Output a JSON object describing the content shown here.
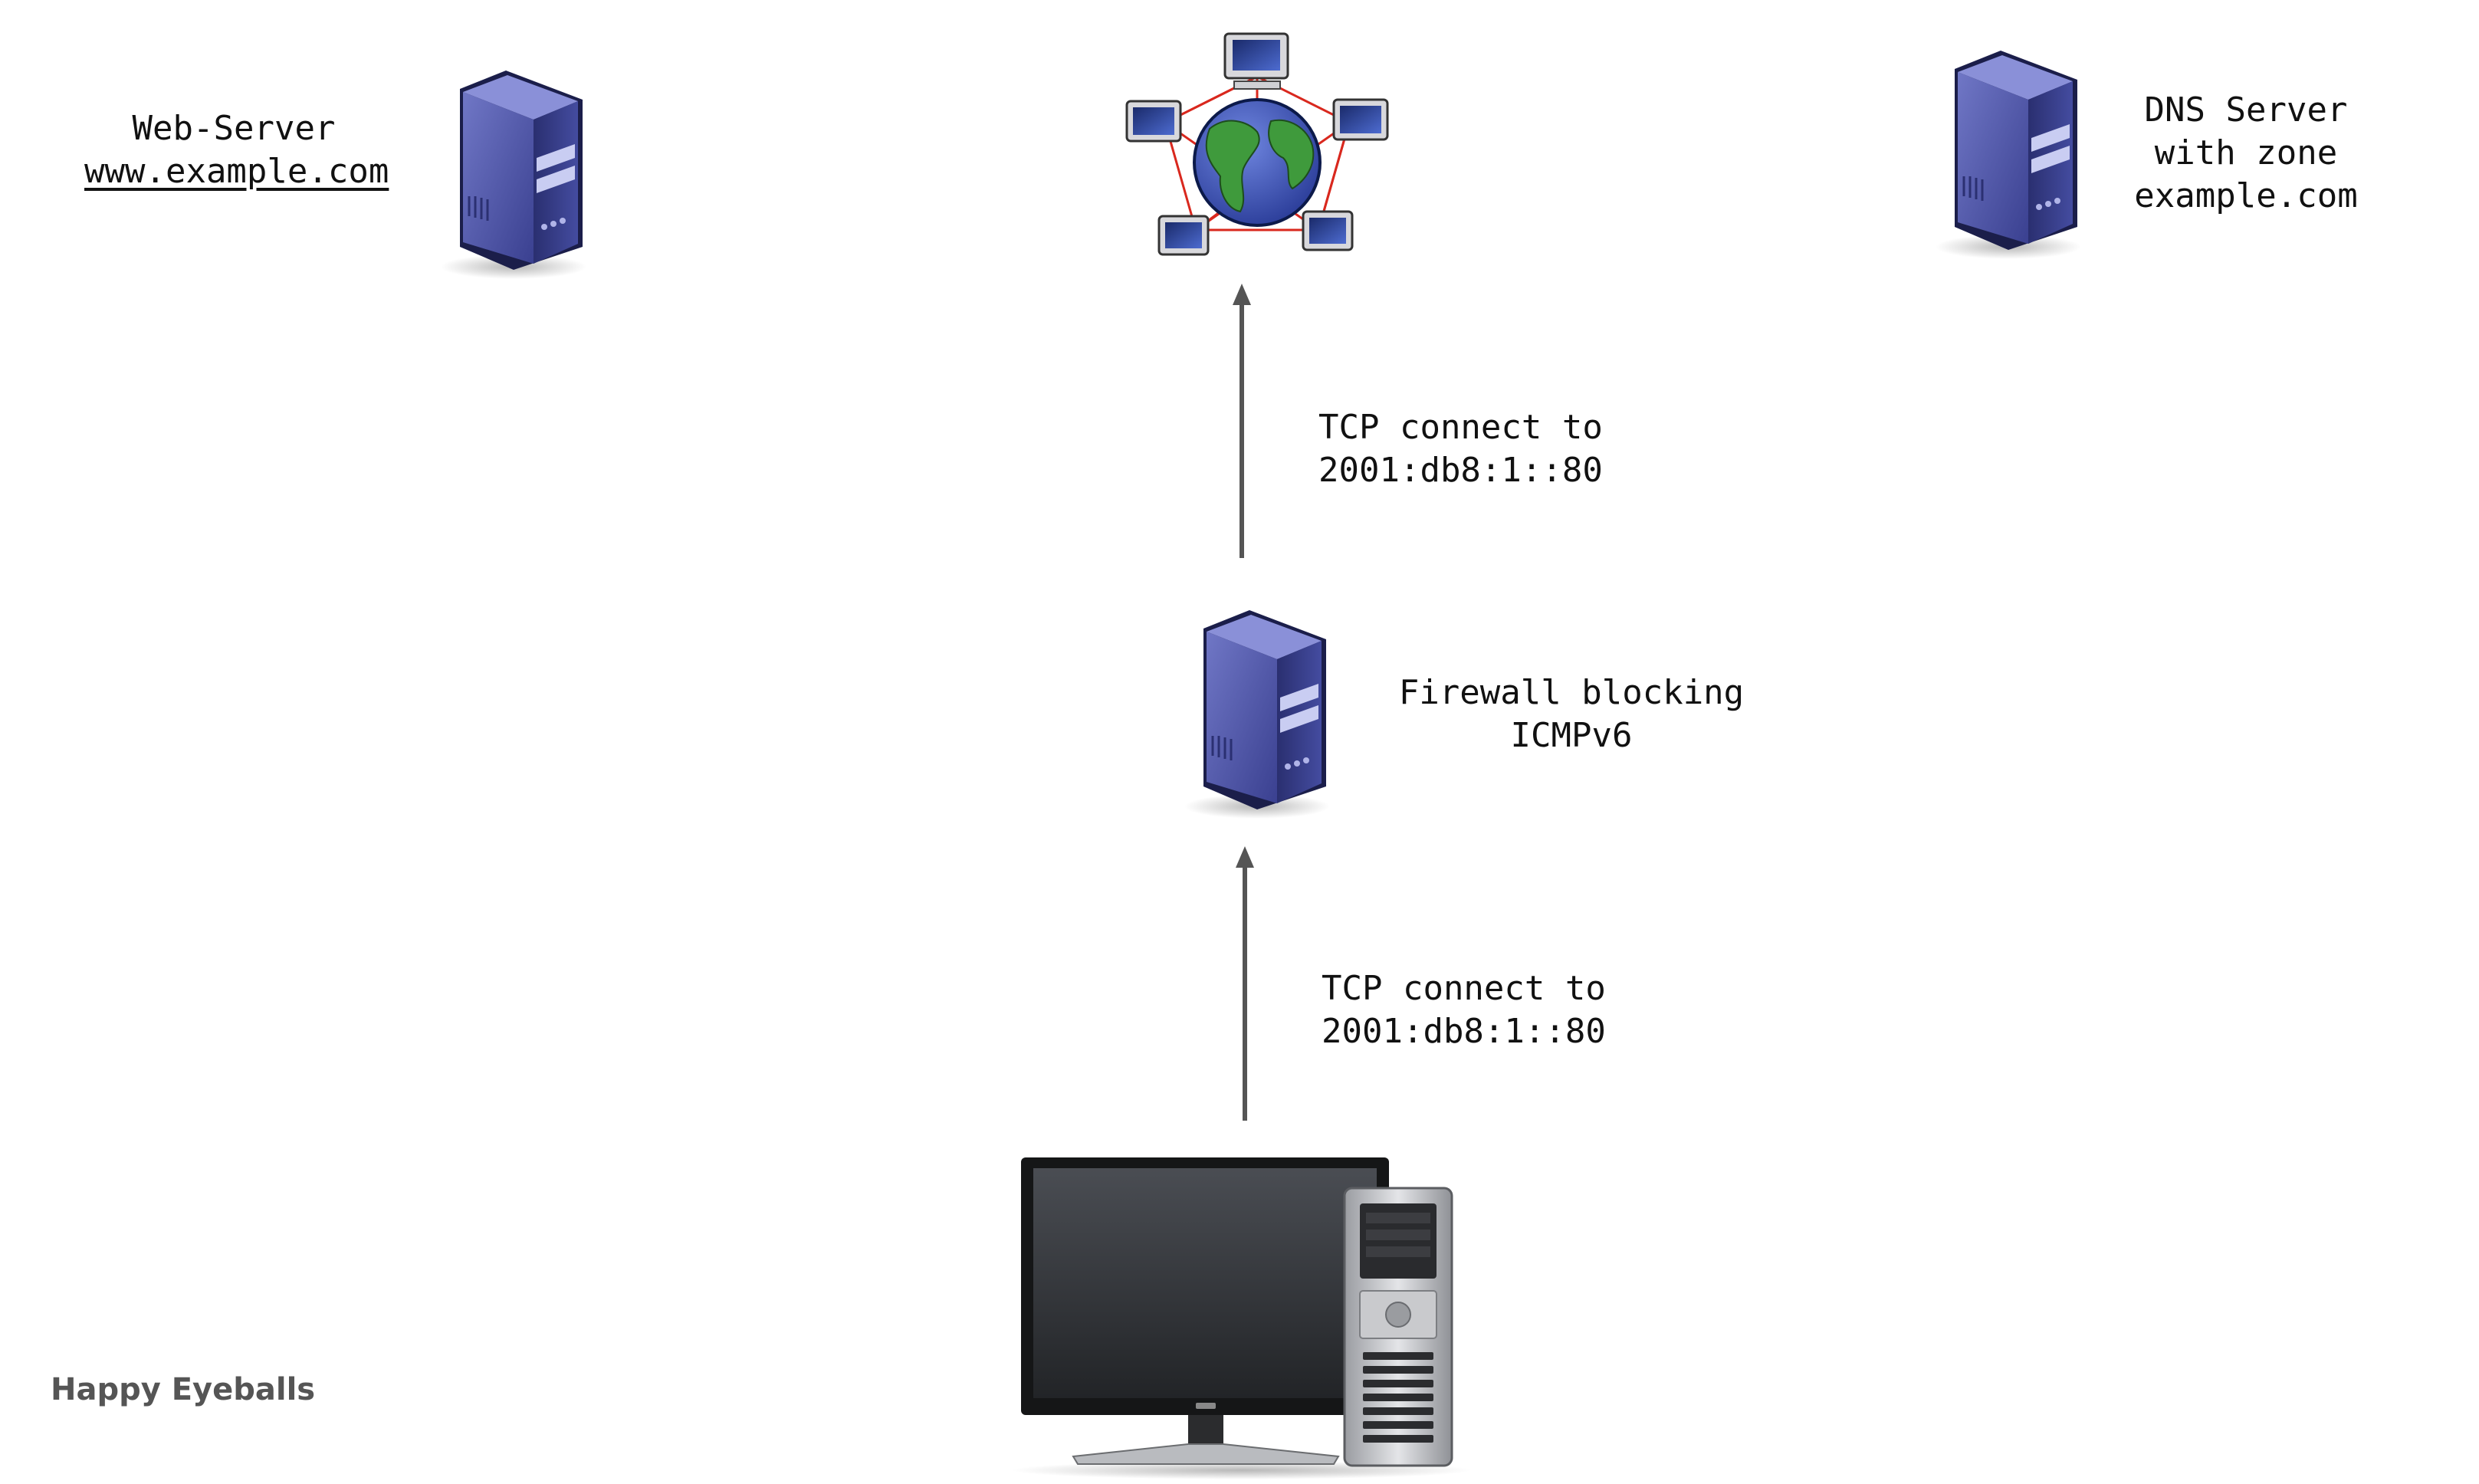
{
  "web_server": {
    "title": "Web-Server",
    "hostname": "www.example.com",
    "icon": "server-icon"
  },
  "dns_server": {
    "line1": "DNS Server",
    "line2": "with zone",
    "line3": "example.com",
    "icon": "server-icon"
  },
  "internet": {
    "icon": "internet-globe-icon"
  },
  "firewall": {
    "line1": "Firewall blocking",
    "line2": "ICMPv6",
    "icon": "server-icon"
  },
  "upper_connection": {
    "line1": "TCP connect to",
    "line2": "2001:db8:1::80"
  },
  "lower_connection": {
    "line1": "TCP connect to",
    "line2": "2001:db8:1::80"
  },
  "client": {
    "icon": "desktop-computer-icon"
  },
  "caption": "Happy Eyeballs",
  "colors": {
    "server_body": "#2f3578",
    "server_face": "#5c63b4",
    "arrow": "#555555",
    "network_line": "#d9281e",
    "globe_ocean": "#3f56b8",
    "globe_land": "#3f9a3c"
  }
}
